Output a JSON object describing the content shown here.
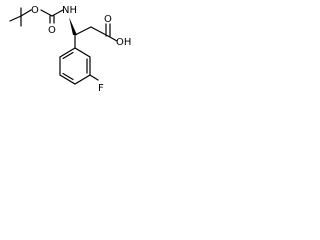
{
  "structure": {
    "atoms": {
      "O_ether": "O",
      "O_carbonyl": "O",
      "NH": "NH",
      "OH": "OH",
      "O_acid": "O",
      "F": "F"
    }
  }
}
